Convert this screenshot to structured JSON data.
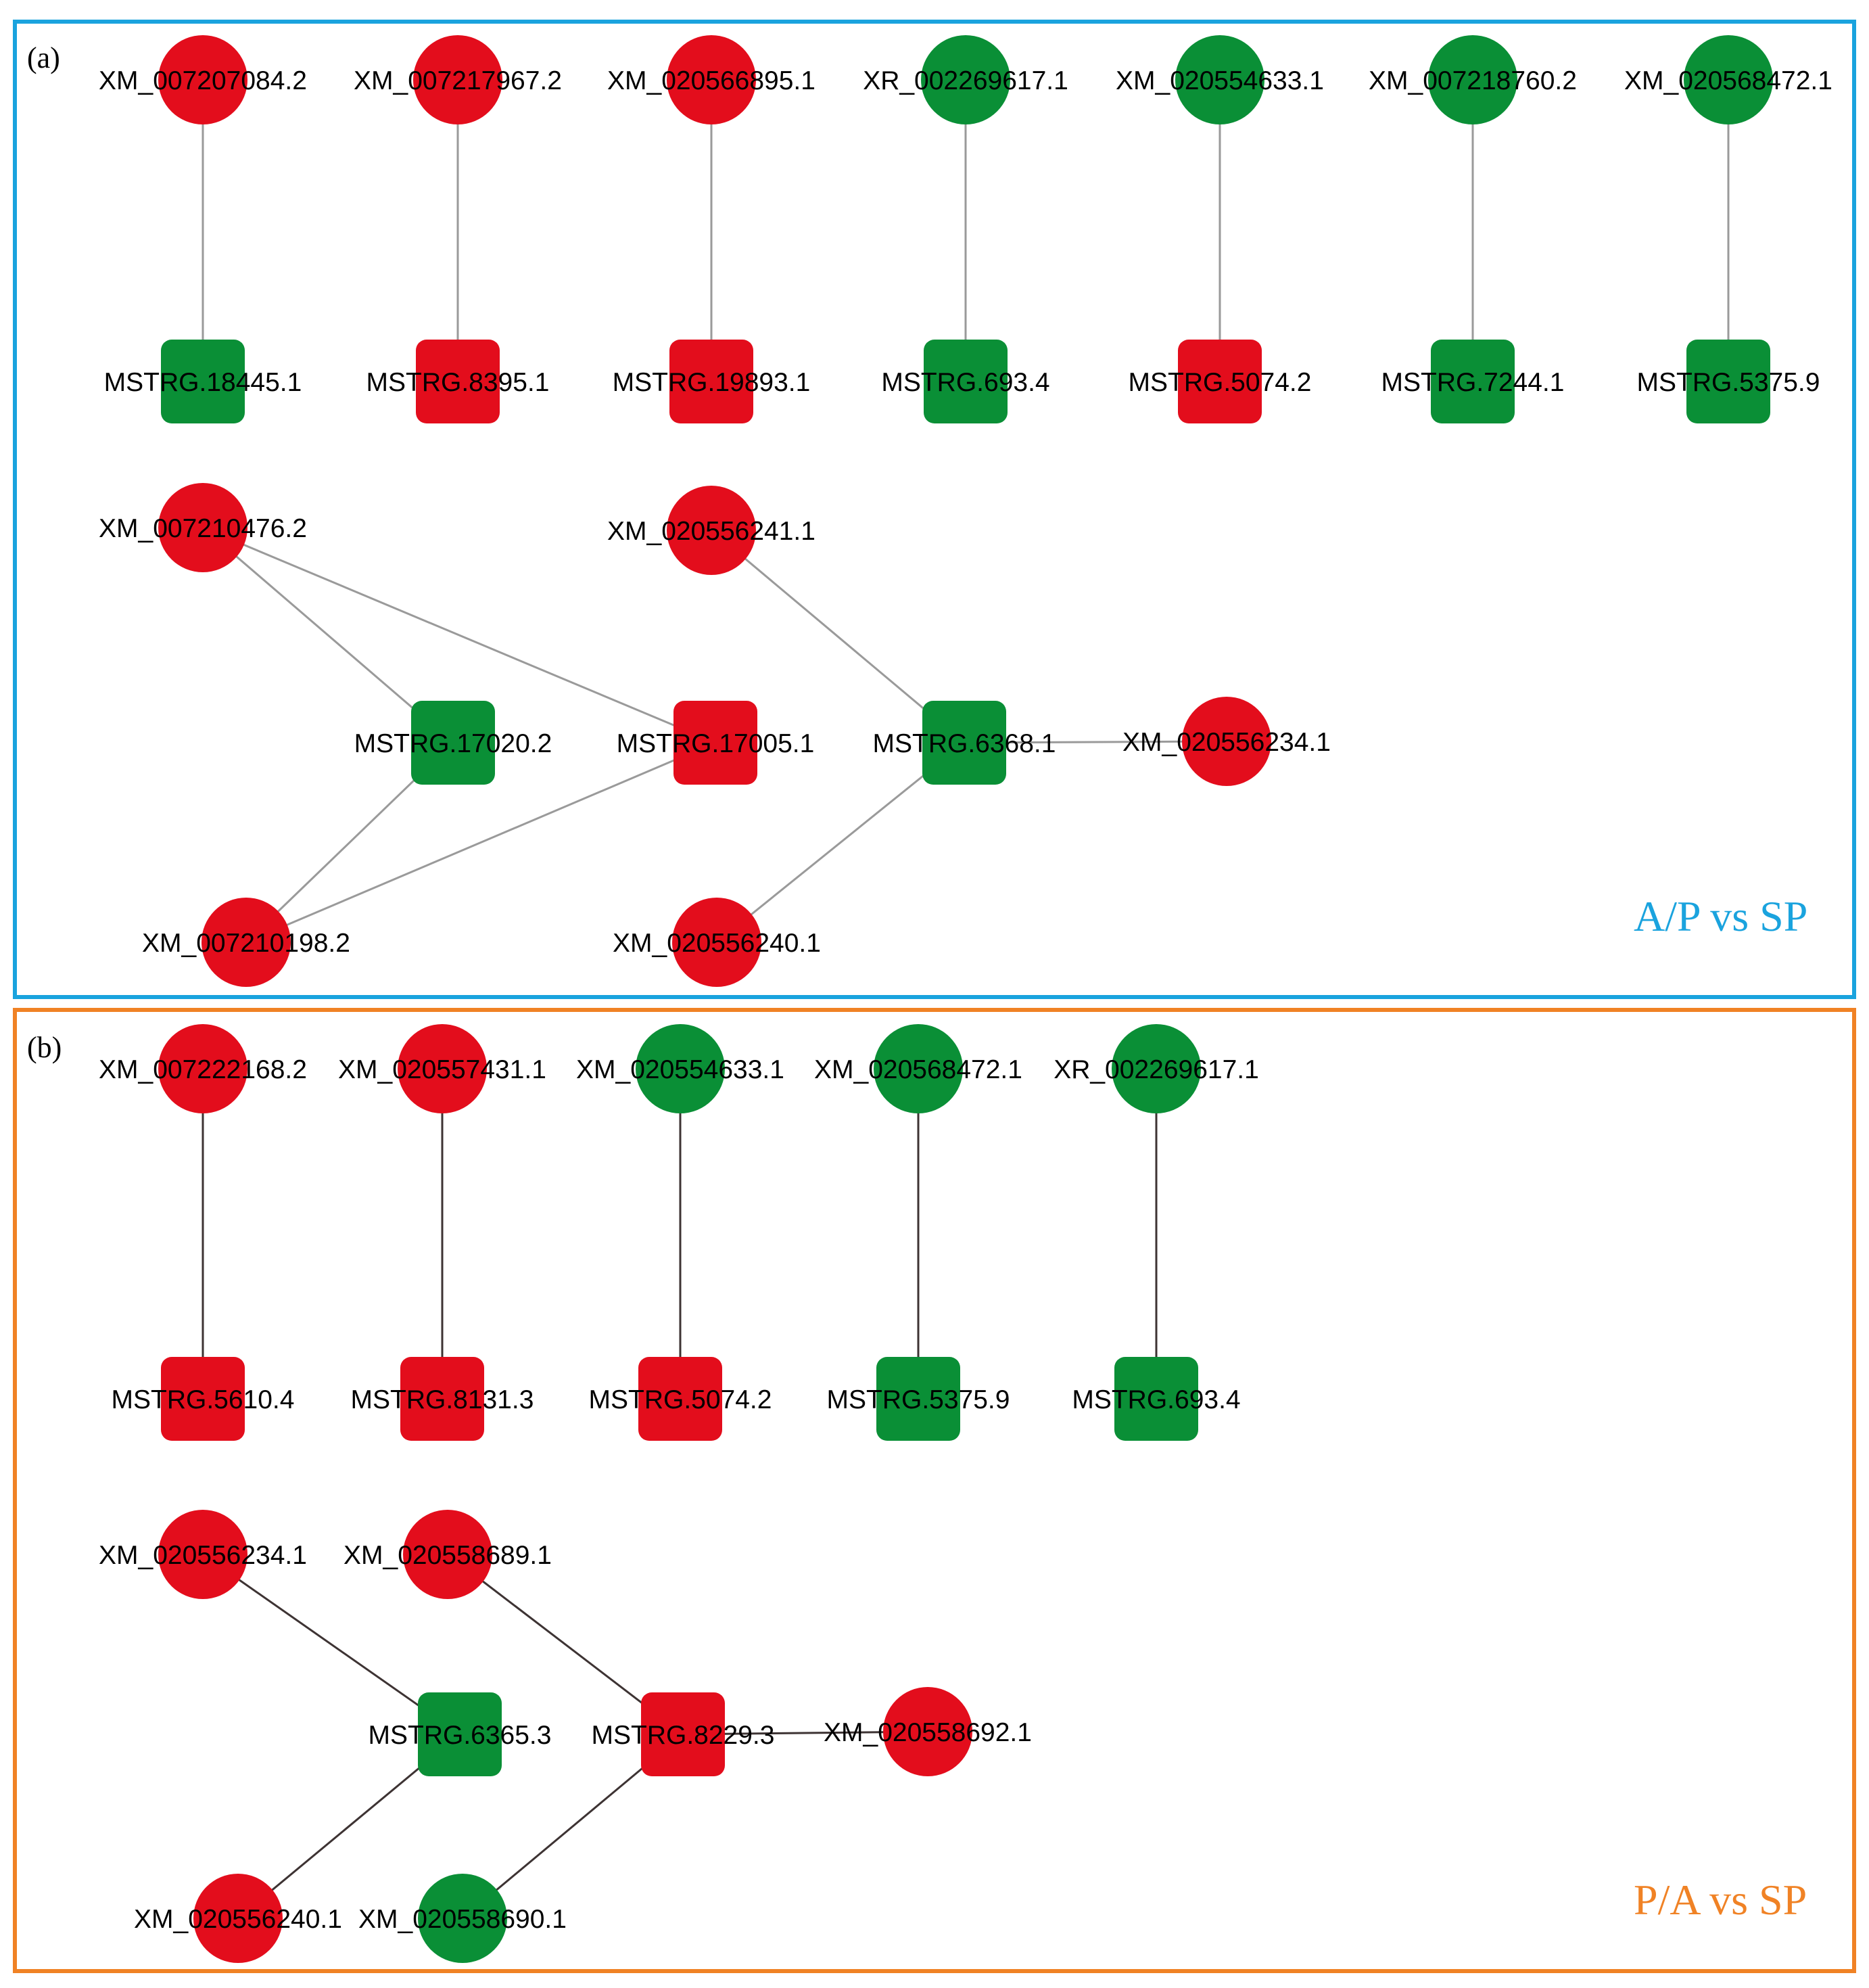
{
  "colors": {
    "up": "#e30d1c",
    "down": "#0a8f36",
    "panel_a_border": "#1aa3de",
    "panel_b_border": "#f08225",
    "edge_a": "#9a9a9a",
    "edge_b": "#3d3333"
  },
  "legend_semantics": {
    "circle": "mRNA (XM/XR)",
    "square": "lncRNA (MSTRG)"
  },
  "panels": [
    {
      "id": "a",
      "letter": "(a)",
      "caption": "A/P vs SP",
      "nodes": [
        {
          "id": "XM_007207084.2",
          "shape": "circle",
          "color": "up"
        },
        {
          "id": "XM_007217967.2",
          "shape": "circle",
          "color": "up"
        },
        {
          "id": "XM_020566895.1",
          "shape": "circle",
          "color": "up"
        },
        {
          "id": "XR_002269617.1",
          "shape": "circle",
          "color": "down"
        },
        {
          "id": "XM_020554633.1",
          "shape": "circle",
          "color": "down"
        },
        {
          "id": "XM_007218760.2",
          "shape": "circle",
          "color": "down"
        },
        {
          "id": "XM_020568472.1",
          "shape": "circle",
          "color": "down"
        },
        {
          "id": "MSTRG.18445.1",
          "shape": "square",
          "color": "down"
        },
        {
          "id": "MSTRG.8395.1",
          "shape": "square",
          "color": "up"
        },
        {
          "id": "MSTRG.19893.1",
          "shape": "square",
          "color": "up"
        },
        {
          "id": "MSTRG.693.4",
          "shape": "square",
          "color": "down"
        },
        {
          "id": "MSTRG.5074.2",
          "shape": "square",
          "color": "up"
        },
        {
          "id": "MSTRG.7244.1",
          "shape": "square",
          "color": "down"
        },
        {
          "id": "MSTRG.5375.9",
          "shape": "square",
          "color": "down"
        },
        {
          "id": "XM_007210476.2",
          "shape": "circle",
          "color": "up"
        },
        {
          "id": "XM_020556241.1",
          "shape": "circle",
          "color": "up"
        },
        {
          "id": "MSTRG.17020.2",
          "shape": "square",
          "color": "down"
        },
        {
          "id": "MSTRG.17005.1",
          "shape": "square",
          "color": "up"
        },
        {
          "id": "MSTRG.6368.1",
          "shape": "square",
          "color": "down"
        },
        {
          "id": "XM_020556234.1",
          "shape": "circle",
          "color": "up"
        },
        {
          "id": "XM_007210198.2",
          "shape": "circle",
          "color": "up"
        },
        {
          "id": "XM_020556240.1",
          "shape": "circle",
          "color": "up"
        }
      ],
      "edges": [
        [
          "XM_007207084.2",
          "MSTRG.18445.1"
        ],
        [
          "XM_007217967.2",
          "MSTRG.8395.1"
        ],
        [
          "XM_020566895.1",
          "MSTRG.19893.1"
        ],
        [
          "XR_002269617.1",
          "MSTRG.693.4"
        ],
        [
          "XM_020554633.1",
          "MSTRG.5074.2"
        ],
        [
          "XM_007218760.2",
          "MSTRG.7244.1"
        ],
        [
          "XM_020568472.1",
          "MSTRG.5375.9"
        ],
        [
          "XM_007210476.2",
          "MSTRG.17020.2"
        ],
        [
          "XM_007210476.2",
          "MSTRG.17005.1"
        ],
        [
          "XM_007210198.2",
          "MSTRG.17020.2"
        ],
        [
          "XM_007210198.2",
          "MSTRG.17005.1"
        ],
        [
          "XM_020556241.1",
          "MSTRG.6368.1"
        ],
        [
          "MSTRG.6368.1",
          "XM_020556234.1"
        ],
        [
          "XM_020556240.1",
          "MSTRG.6368.1"
        ]
      ]
    },
    {
      "id": "b",
      "letter": "(b)",
      "caption": "P/A vs SP",
      "nodes": [
        {
          "id": "XM_007222168.2",
          "shape": "circle",
          "color": "up"
        },
        {
          "id": "XM_020557431.1",
          "shape": "circle",
          "color": "up"
        },
        {
          "id": "XM_020554633.1",
          "shape": "circle",
          "color": "down"
        },
        {
          "id": "XM_020568472.1",
          "shape": "circle",
          "color": "down"
        },
        {
          "id": "XR_002269617.1",
          "shape": "circle",
          "color": "down"
        },
        {
          "id": "MSTRG.5610.4",
          "shape": "square",
          "color": "up"
        },
        {
          "id": "MSTRG.8131.3",
          "shape": "square",
          "color": "up"
        },
        {
          "id": "MSTRG.5074.2",
          "shape": "square",
          "color": "up"
        },
        {
          "id": "MSTRG.5375.9",
          "shape": "square",
          "color": "down"
        },
        {
          "id": "MSTRG.693.4",
          "shape": "square",
          "color": "down"
        },
        {
          "id": "XM_020556234.1",
          "shape": "circle",
          "color": "up"
        },
        {
          "id": "XM_020558689.1",
          "shape": "circle",
          "color": "up"
        },
        {
          "id": "MSTRG.6365.3",
          "shape": "square",
          "color": "down"
        },
        {
          "id": "MSTRG.8229.3",
          "shape": "square",
          "color": "up"
        },
        {
          "id": "XM_020558692.1",
          "shape": "circle",
          "color": "up"
        },
        {
          "id": "XM_020556240.1",
          "shape": "circle",
          "color": "up"
        },
        {
          "id": "XM_020558690.1",
          "shape": "circle",
          "color": "down"
        }
      ],
      "edges": [
        [
          "XM_007222168.2",
          "MSTRG.5610.4"
        ],
        [
          "XM_020557431.1",
          "MSTRG.8131.3"
        ],
        [
          "XM_020554633.1",
          "MSTRG.5074.2"
        ],
        [
          "XM_020568472.1",
          "MSTRG.5375.9"
        ],
        [
          "XR_002269617.1",
          "MSTRG.693.4"
        ],
        [
          "XM_020556234.1",
          "MSTRG.6365.3"
        ],
        [
          "XM_020556240.1",
          "MSTRG.6365.3"
        ],
        [
          "XM_020558689.1",
          "MSTRG.8229.3"
        ],
        [
          "MSTRG.8229.3",
          "XM_020558692.1"
        ],
        [
          "XM_020558690.1",
          "MSTRG.8229.3"
        ]
      ]
    }
  ]
}
